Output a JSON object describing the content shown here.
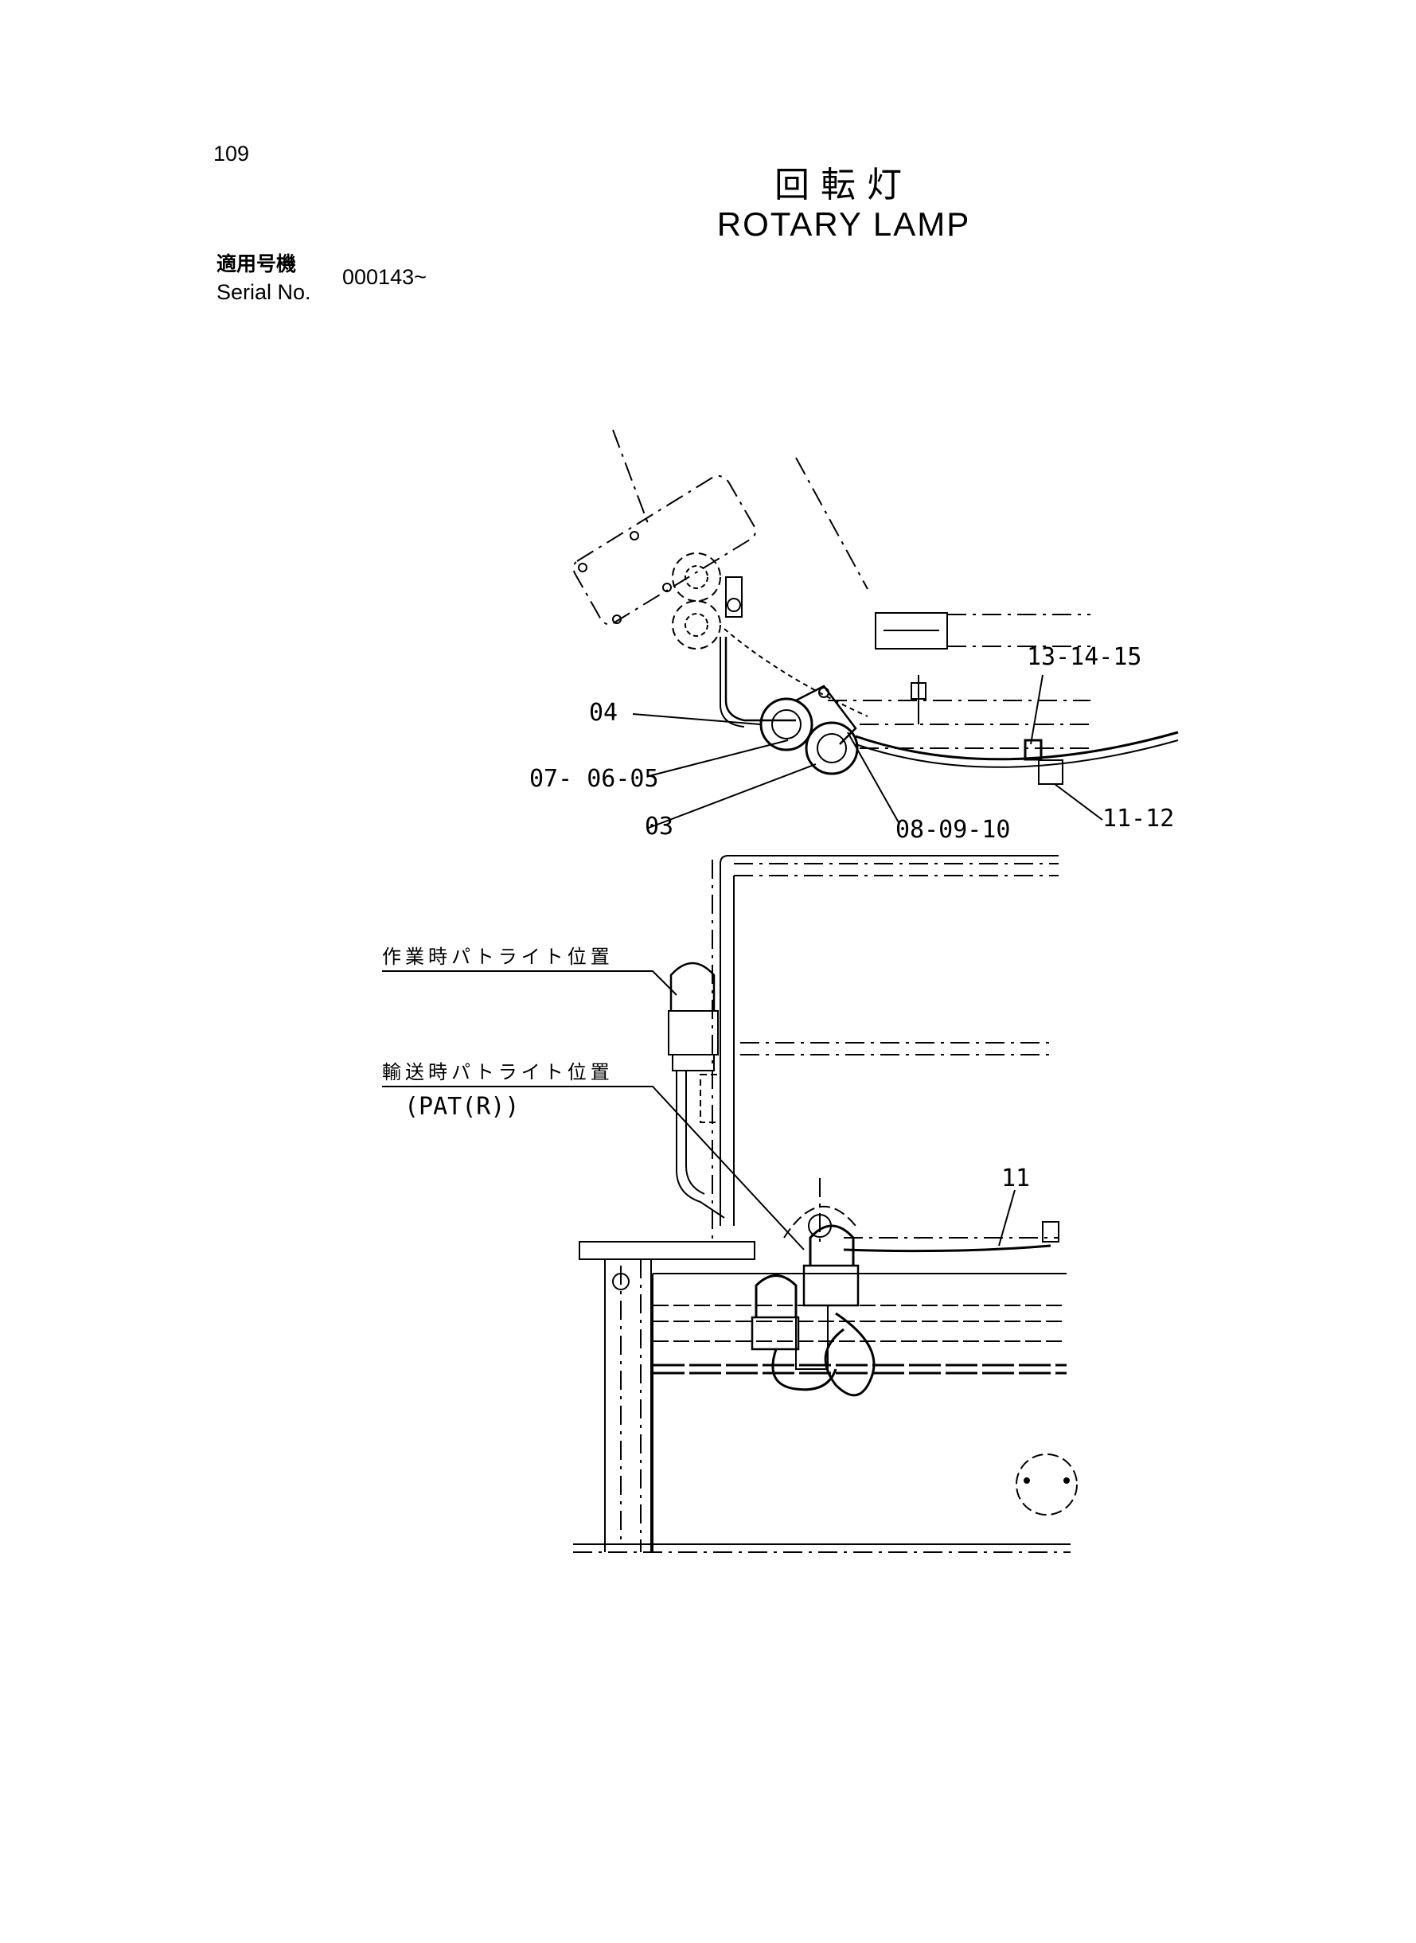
{
  "header": {
    "page_number": "109",
    "title_jp": "回転灯",
    "title_en": "ROTARY LAMP",
    "serial_label_jp": "適用号機",
    "serial_label_en": "Serial No.",
    "serial_value": "000143~"
  },
  "callouts": {
    "c_13_14_15": "13-14-15",
    "c_04": "04",
    "c_07_06_05": "07- 06-05",
    "c_03": "03",
    "c_08_09_10": "08-09-10",
    "c_11_12": "11-12",
    "c_11": "11"
  },
  "notes": {
    "working_position": "作業時パトライト位置",
    "transport_position": "輸送時パトライト位置",
    "transport_code": "(PAT(R))"
  }
}
